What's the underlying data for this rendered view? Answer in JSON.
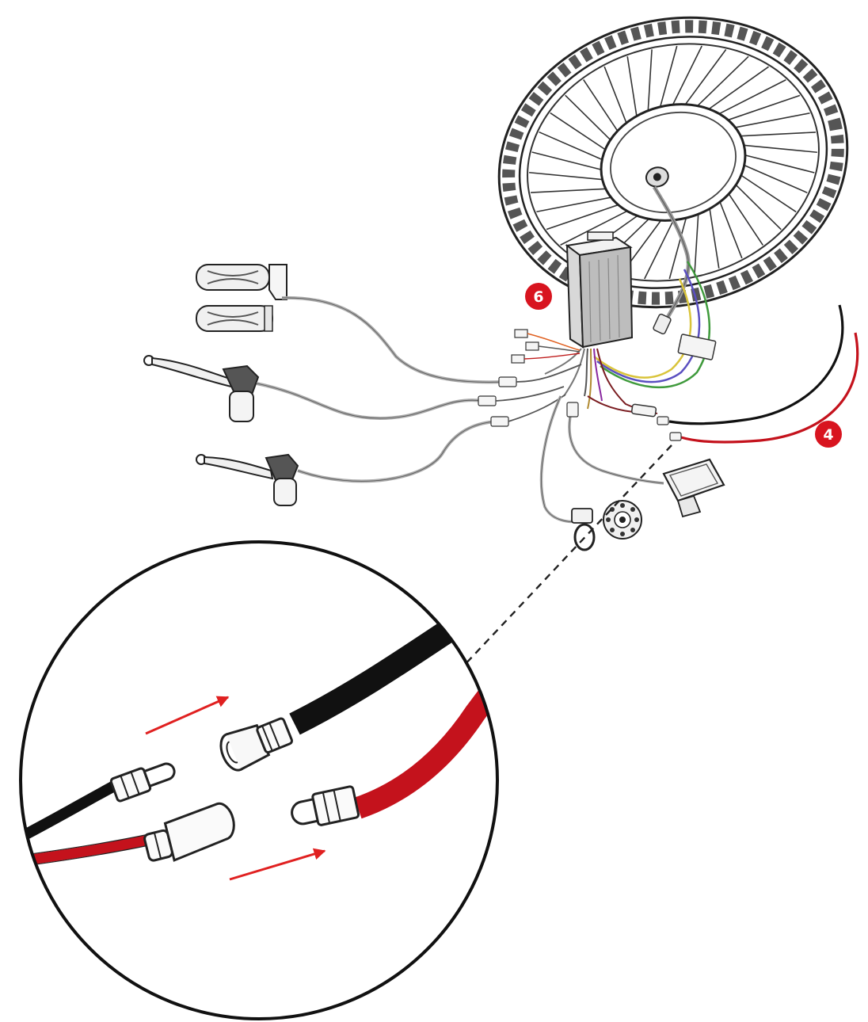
{
  "callouts": [
    {
      "id": "controller",
      "label": "6"
    },
    {
      "id": "battery-cables",
      "label": "4"
    }
  ],
  "colors": {
    "callout": "#d8141f",
    "negative_wire": "#111111",
    "positive_wire": "#c4121c",
    "arrow": "#e02020",
    "line_art": "#222222",
    "phase_green": "#3f9a3c",
    "phase_blue": "#5a4fc0",
    "phase_yellow": "#d9c43a"
  },
  "icons": [
    "throttle-grip-icon",
    "handlebar-grip-icon",
    "brake-lever-icon",
    "hub-motor-wheel-icon",
    "controller-icon",
    "lcd-display-icon",
    "pas-sensor-icon",
    "bullet-connector-icon",
    "arrow-icon"
  ]
}
